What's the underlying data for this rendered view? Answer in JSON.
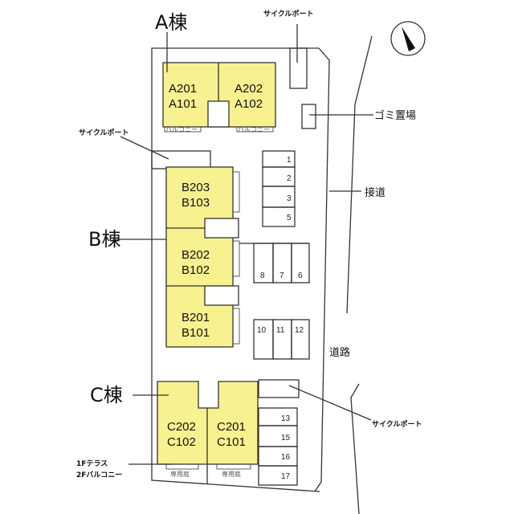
{
  "colors": {
    "building": "#f7f18f",
    "line": "#333333"
  },
  "labels": {
    "a_wing": "A棟",
    "b_wing": "B棟",
    "c_wing": "C棟",
    "cycle_port": "サイクルポート",
    "garbage": "ゴミ置場",
    "access_road": "接道",
    "road": "道路",
    "terrace_1f": "1Fテラス",
    "balcony_2f": "2Fバルコニー",
    "private_garden": "専用庭",
    "balcony": "バルコニー"
  },
  "units": {
    "a_left": [
      "A201",
      "A101"
    ],
    "a_right": [
      "A202",
      "A102"
    ],
    "b_top": [
      "B203",
      "B103"
    ],
    "b_mid": [
      "B202",
      "B102"
    ],
    "b_bot": [
      "B201",
      "B101"
    ],
    "c_left": [
      "C202",
      "C102"
    ],
    "c_right": [
      "C201",
      "C101"
    ]
  },
  "parking": {
    "group1": [
      "1",
      "2",
      "3",
      "5"
    ],
    "group2": [
      "8",
      "7",
      "6"
    ],
    "group3": [
      "10",
      "11",
      "12"
    ],
    "group4": [
      "13",
      "15",
      "16",
      "17"
    ]
  },
  "compass": {
    "icon": "north-arrow-icon"
  }
}
